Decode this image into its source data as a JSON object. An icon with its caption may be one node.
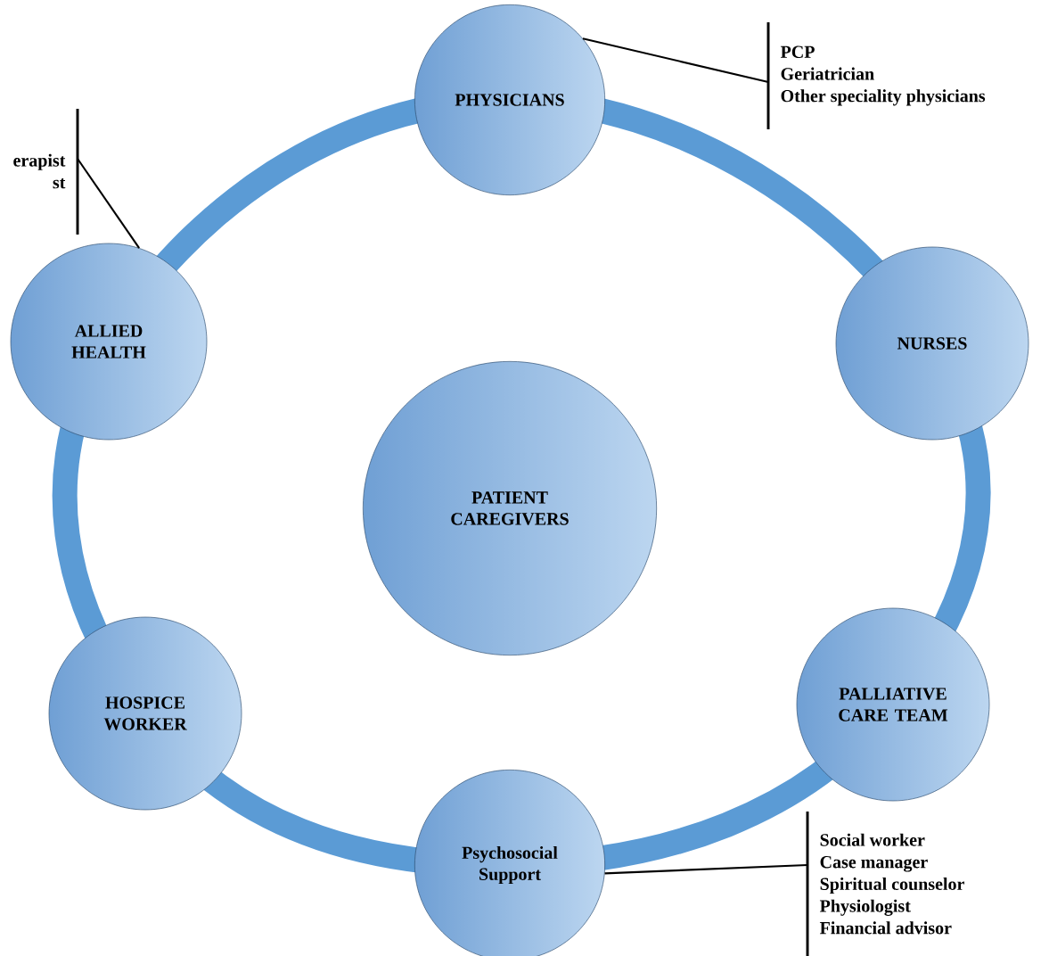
{
  "diagram": {
    "nodes": [
      {
        "text": [
          "erapist",
          "st"
        ]
      },
      {
        "text": [
          "PHYSICIANS"
        ]
      },
      {
        "text": [
          "PCP",
          "Geriatrician",
          "Other speciality physicians"
        ]
      },
      {
        "text": [
          "ALLIED HEALTH"
        ]
      },
      {
        "text": [
          "NURSES"
        ]
      },
      {
        "text": [
          "PATIENT CAREGIVERS"
        ]
      },
      {
        "text": [
          "HOSPICE WORKER"
        ]
      },
      {
        "text": [
          "PALLIATIVE CARE TEAM"
        ]
      },
      {
        "text": [
          "Psychosocial Support"
        ]
      },
      {
        "text": [
          "Social worker",
          "Case manager",
          "Spiritual counselor",
          "Physiologist",
          "Financial advisor"
        ]
      }
    ],
    "edges": [
      {
        "from": 1,
        "to": 2,
        "arrow": "none"
      },
      {
        "from": 3,
        "to": 0,
        "arrow": "none"
      },
      {
        "from": 8,
        "to": 9,
        "arrow": "none"
      }
    ]
  }
}
